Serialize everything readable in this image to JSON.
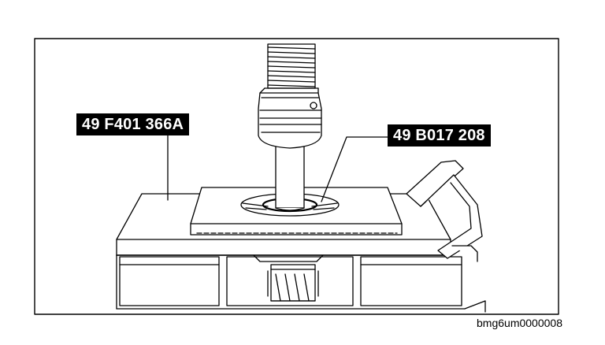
{
  "callouts": [
    {
      "label": "49 F401 366A"
    },
    {
      "label": "49 B017 208"
    }
  ],
  "figure_code": "bmg6um0000008",
  "colors": {
    "ink": "#000000",
    "paper": "#ffffff"
  }
}
